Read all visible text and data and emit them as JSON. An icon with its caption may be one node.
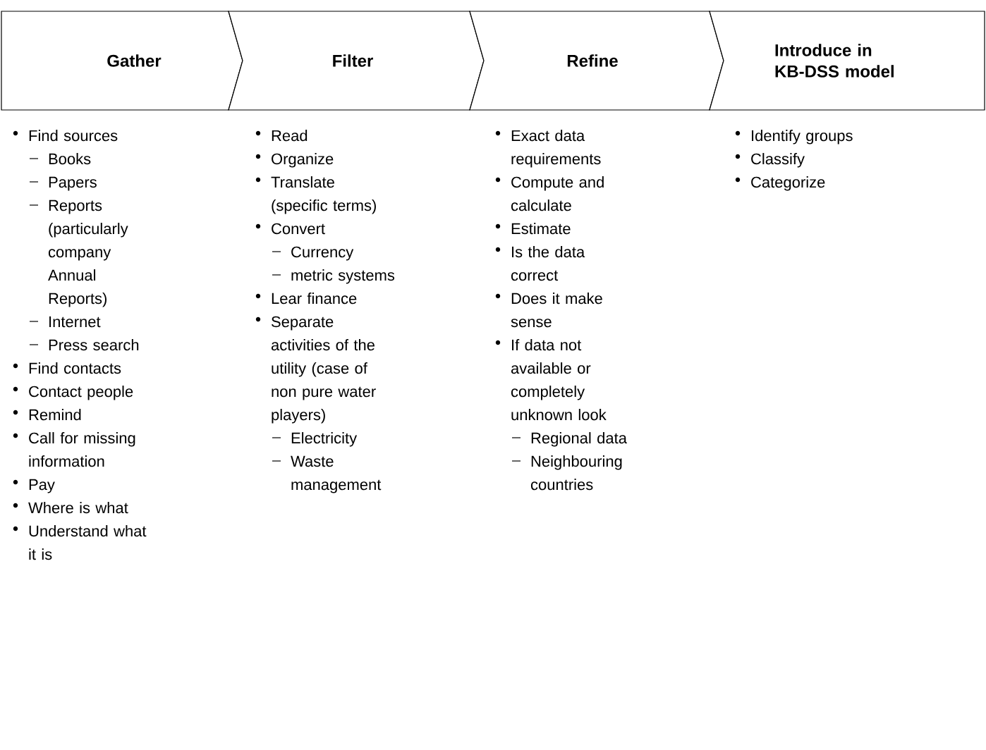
{
  "diagram": {
    "nodes": [
      {
        "text": [
          "Gather"
        ],
        "beside": [
          "Find sources",
          "Books",
          "Papers",
          "Reports (particularly company Annual Reports)",
          "Internet",
          "Press search",
          "Find contacts",
          "Contact people",
          "Remind",
          "Call for missing information",
          "Pay",
          "Where is what",
          "Understand what it is"
        ]
      },
      {
        "text": [
          "Filter"
        ],
        "beside": [
          "Read",
          "Organize",
          "Translate (specific terms)",
          "Convert",
          "Currency",
          "metric systems",
          "Lear finance",
          "Separate activities of the utility (case of non pure water players)",
          "Electricity",
          "Waste management"
        ]
      },
      {
        "text": [
          "Refine"
        ],
        "beside": [
          "Exact data requirements",
          "Compute and calculate",
          "Estimate",
          "Is the data correct",
          "Does it make sense",
          "If data not available or completely unknown look",
          "Regional data",
          "Neighbouring countries"
        ]
      },
      {
        "text": [
          "Introduce in KB-DSS model"
        ],
        "beside": [
          "Identify groups",
          "Classify",
          "Categorize"
        ]
      }
    ]
  }
}
